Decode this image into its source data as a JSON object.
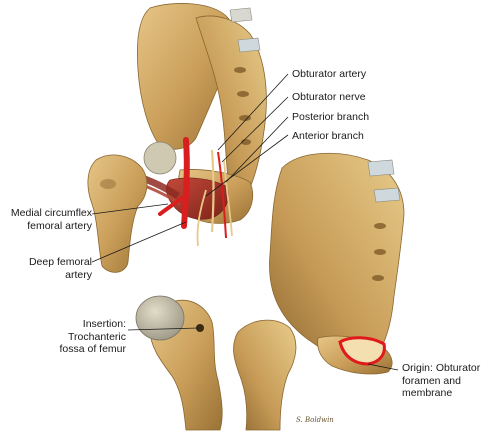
{
  "labels": {
    "obturator_artery": "Obturator artery",
    "obturator_nerve": "Obturator nerve",
    "posterior_branch": "Posterior branch",
    "anterior_branch": "Anterior branch",
    "medial_circumflex": [
      "Medial circumflex",
      "femoral artery"
    ],
    "deep_femoral": [
      "Deep femoral",
      "artery"
    ],
    "insertion": [
      "Insertion:",
      "Trochanteric",
      "fossa of femur"
    ],
    "origin": [
      "Origin: Obturator",
      "foramen and",
      "membrane"
    ]
  },
  "signature": "S. Boldwin",
  "colors": {
    "bone": "#c9a05a",
    "bone_light": "#e8cc8a",
    "bone_dark": "#8a6630",
    "artery": "#d81e1e",
    "muscle": "#a7352c",
    "nerve": "#e9c98a",
    "origin_outline": "#e01a1a"
  }
}
